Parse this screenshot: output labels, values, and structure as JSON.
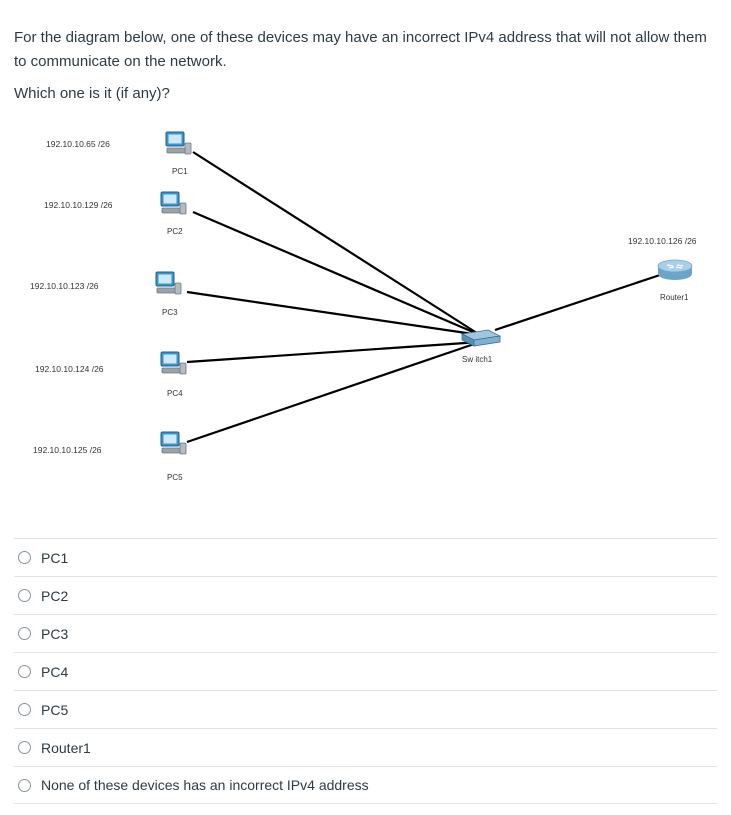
{
  "question": {
    "text": "For the diagram below, one of these devices may have an incorrect IPv4 address that will not allow them to communicate on the network.",
    "ask": "Which one is it (if any)?"
  },
  "diagram": {
    "devices": [
      {
        "id": "pc1",
        "name": "PC1",
        "ip": "192.10.10.65  /26",
        "type": "pc-icon"
      },
      {
        "id": "pc2",
        "name": "PC2",
        "ip": "192.10.10.129  /26",
        "type": "pc-icon"
      },
      {
        "id": "pc3",
        "name": "PC3",
        "ip": "192.10.10.123  /26",
        "type": "pc-icon"
      },
      {
        "id": "pc4",
        "name": "PC4",
        "ip": "192.10.10.124  /26",
        "type": "pc-icon"
      },
      {
        "id": "pc5",
        "name": "PC5",
        "ip": "192.10.10.125  /26",
        "type": "pc-icon"
      },
      {
        "id": "switch1",
        "name": "Sw itch1",
        "ip": "",
        "type": "switch-icon"
      },
      {
        "id": "router1",
        "name": "Router1",
        "ip": "192.10.10.126  /26",
        "type": "router-icon"
      }
    ],
    "colors": {
      "link": "#000000",
      "pc_blue": "#2a86c4",
      "pc_grey": "#8c9499",
      "router": "#8fbcd8"
    }
  },
  "answers": [
    {
      "label": "PC1"
    },
    {
      "label": "PC2"
    },
    {
      "label": "PC3"
    },
    {
      "label": "PC4"
    },
    {
      "label": "PC5"
    },
    {
      "label": "Router1"
    },
    {
      "label": "None of these devices has an incorrect IPv4 address"
    }
  ]
}
